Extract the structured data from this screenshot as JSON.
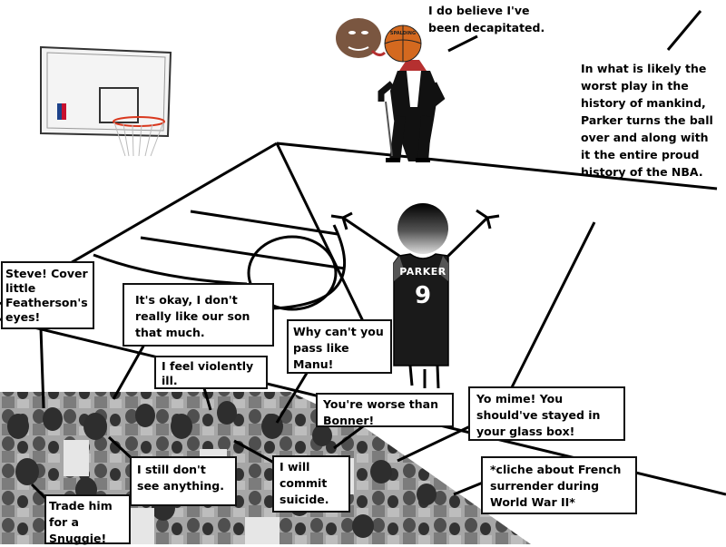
{
  "jersey": {
    "name": "PARKER",
    "number": "9"
  },
  "basketball": {
    "label": "SPALDING"
  },
  "captions": {
    "decapitated": "I do believe I've\nbeen decapitated.",
    "narration": "In what is likely the\nworst play in the\nhistory of mankind,\nParker turns the ball\nover and along with\nit the entire proud\nhistory of the NBA.",
    "steve": "Steve! Cover\nlittle\nFeatherson's\neyes!",
    "son": "It's okay, I don't\nreally like our son\nthat much.",
    "manu": "Why can't you\npass like\nManu!",
    "ill": "I feel violently\nill.",
    "bonner": "You're worse than\nBonner!",
    "mime": "Yo mime! You\nshould've stayed in\nyour glass box!",
    "see": "I still don't\nsee anything.",
    "suicide": "I will\ncommit\nsuicide.",
    "snuggie": "Trade him\nfor a\nSnuggie!",
    "french": "*cliche about French\nsurrender during\nWorld War II*"
  },
  "colors": {
    "ink": "#000000",
    "jersey": "#1a1a1a",
    "ball": "#d4691f",
    "crowd": "#8a8a8a",
    "skin": "#7a5640"
  }
}
